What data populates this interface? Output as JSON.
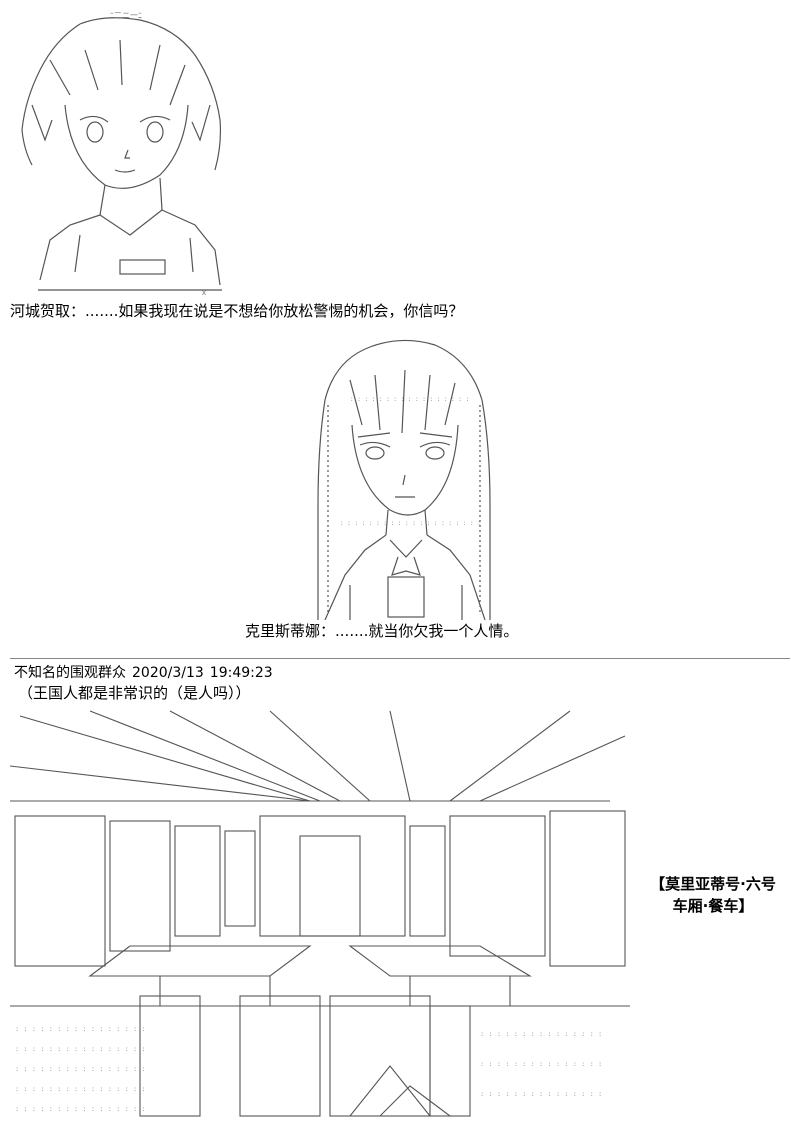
{
  "panel1": {
    "speaker": "河城贺取",
    "separator": "：.......",
    "line": "如果我现在说是不想给你放松警惕的机会，你信吗？"
  },
  "panel2": {
    "speaker": "克里斯蒂娜",
    "separator": "：.......",
    "line": "就当你欠我一个人情。"
  },
  "post": {
    "author": "不知名的围观群众",
    "date": "2020/3/13",
    "time": "19:49:23",
    "subtitle": "（王国人都是非常识的（是人吗））"
  },
  "scene": {
    "line1": "【莫里亚蒂号·六号",
    "line2": "车厢·餐车】"
  }
}
